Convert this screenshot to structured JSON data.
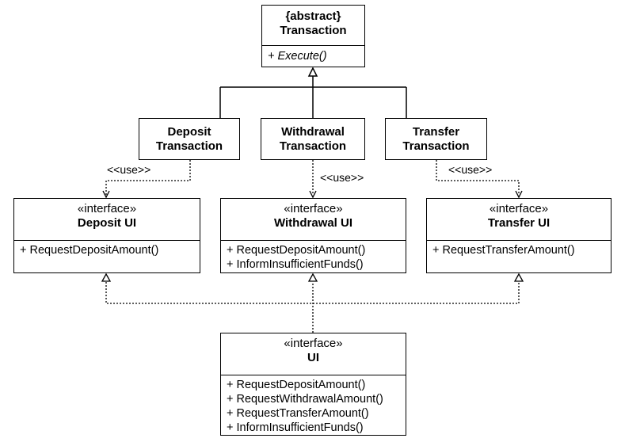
{
  "transaction": {
    "stereotype": "{abstract}",
    "name": "Transaction",
    "operation": "+ Execute()"
  },
  "deposit_transaction": {
    "line1": "Deposit",
    "line2": "Transaction"
  },
  "withdrawal_transaction": {
    "line1": "Withdrawal",
    "line2": "Transaction"
  },
  "transfer_transaction": {
    "line1": "Transfer",
    "line2": "Transaction"
  },
  "use_labels": [
    "<<use>>",
    "<<use>>",
    "<<use>>"
  ],
  "deposit_ui": {
    "stereotype": "«interface»",
    "name": "Deposit UI",
    "operations": [
      "+ RequestDepositAmount()"
    ]
  },
  "withdrawal_ui": {
    "stereotype": "«interface»",
    "name": "Withdrawal UI",
    "operations": [
      "+ RequestDepositAmount()",
      "+ InformInsufficientFunds()"
    ]
  },
  "transfer_ui": {
    "stereotype": "«interface»",
    "name": "Transfer UI",
    "operations": [
      "+ RequestTransferAmount()"
    ]
  },
  "ui": {
    "stereotype": "«interface»",
    "name": "UI",
    "operations": [
      "+ RequestDepositAmount()",
      "+ RequestWithdrawalAmount()",
      "+ RequestTransferAmount()",
      "+ InformInsufficientFunds()"
    ]
  }
}
